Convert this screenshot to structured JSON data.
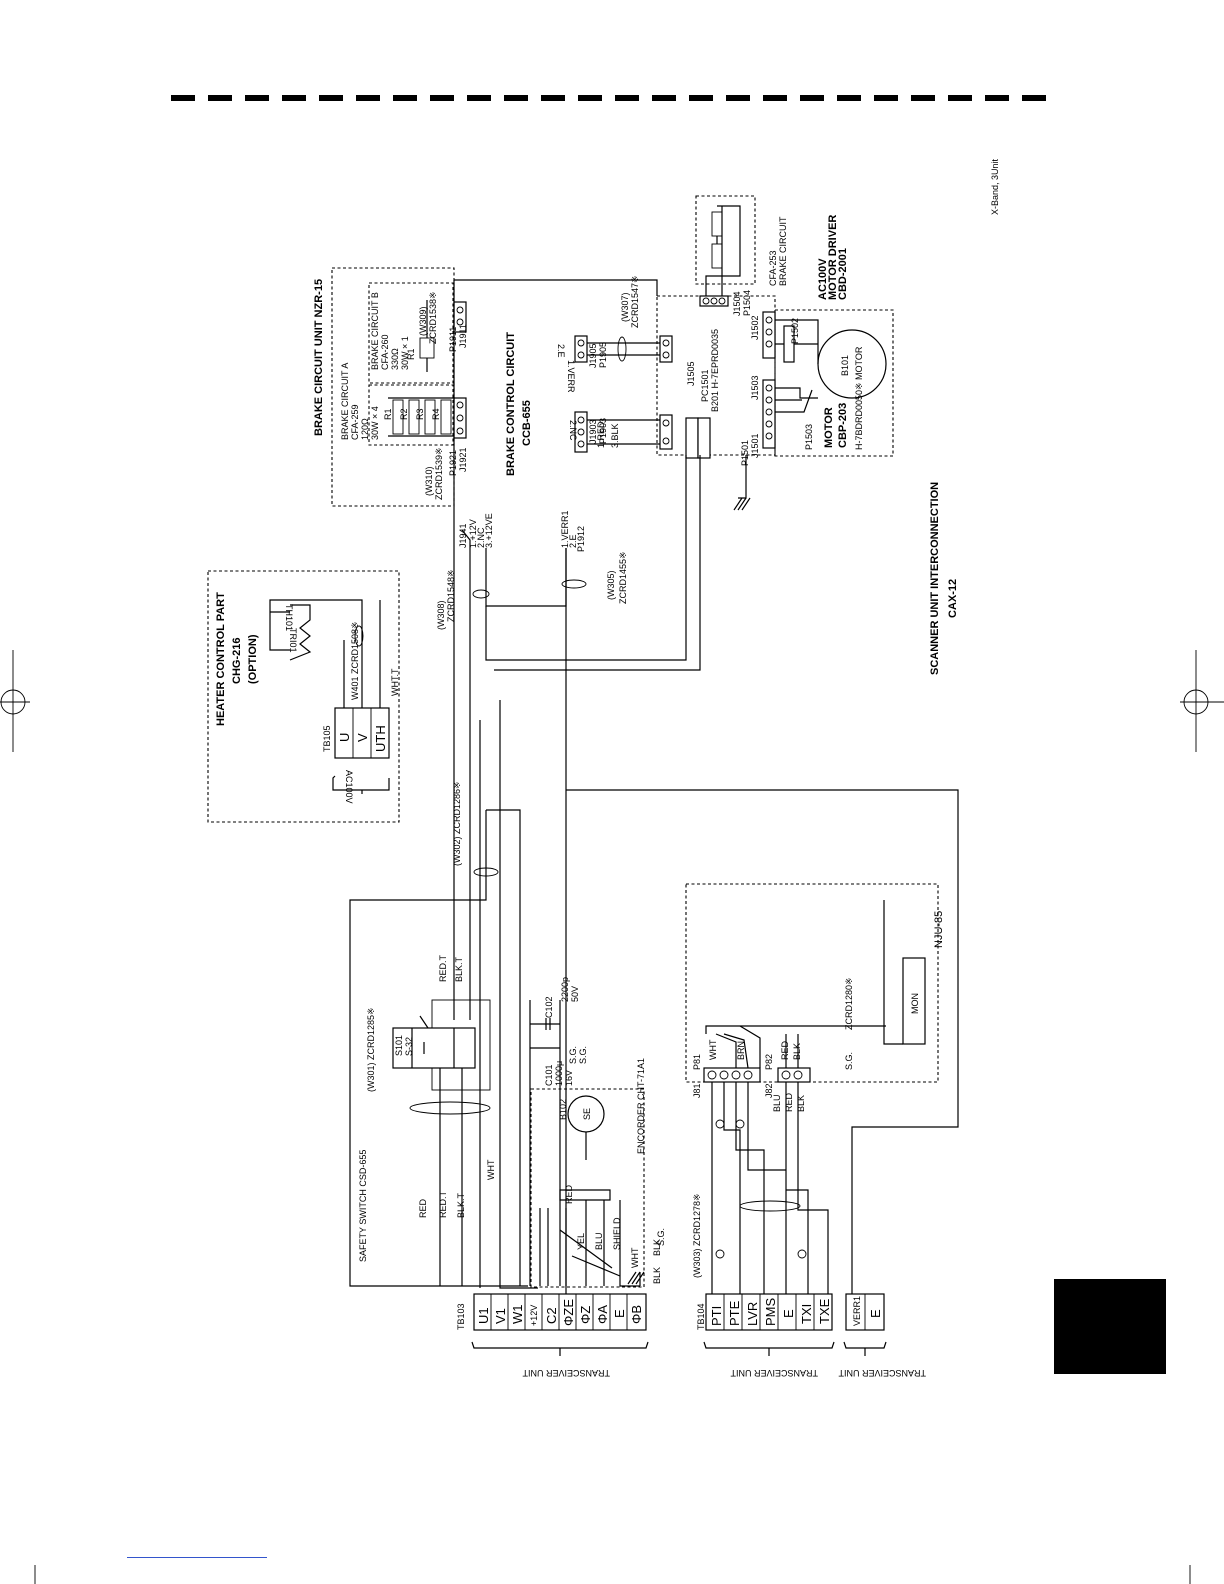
{
  "header": {
    "variant": "X-Band, 3Unit"
  },
  "title": {
    "line1": "SCANNER UNIT INTERCONNECTION",
    "line2": "CAX-12"
  },
  "units": {
    "brake_unit": "BRAKE CIRCUIT UNIT  NZR-15",
    "brake_a": [
      "BRAKE CIRCUIT A",
      "CFA-259",
      "120Ω",
      "30W  × 4"
    ],
    "brake_b": [
      "BRAKE CIRCUIT B",
      "CFA-260",
      "330Ω",
      "30W  × 1"
    ],
    "brake_ctrl": [
      "BRAKE CONTROL CIRCUIT",
      "CCB-655"
    ],
    "heater": [
      "HEATER CONTROL PART",
      "CHG-216",
      "(OPTION)"
    ],
    "motor_driver": [
      "AC100V",
      "MOTOR DRIVER",
      "CBD-2001"
    ],
    "brake_circuit": [
      "CFA-253",
      "BRAKE CIRCUIT"
    ],
    "motor": [
      "MOTOR",
      "CBP-203",
      "H-7BDRD0050※"
    ],
    "motor_b101": [
      "B101",
      "MOTOR"
    ],
    "safety": "SAFETY SWITCH  CSD-655",
    "switch": [
      "S101",
      "S-32"
    ],
    "encoder": "ENCORDER  CHT-71A1",
    "encoder_b102": [
      "B102",
      "SE"
    ],
    "capacitors": [
      "C101",
      "1000μ",
      "16V",
      "C102",
      "2200p",
      "50V"
    ],
    "nju": "NJU-85",
    "mon": "MON",
    "pc1501": [
      "PC1501",
      "B201 H-7EPRD0035"
    ],
    "ac100v": "AC100V"
  },
  "cables": {
    "w301": "(W301)  ZCRD1285※",
    "w302": "(W302)  ZCRD1286※",
    "w303": "(W303)  ZCRD1278※",
    "w305": [
      "(W305)",
      "ZCRD1455※"
    ],
    "w307": [
      "(W307)",
      "ZCRD1547※"
    ],
    "w308": [
      "(W308)",
      "ZCRD1548※"
    ],
    "w309": [
      "(W309)",
      "ZCRD1538※"
    ],
    "w310": [
      "(W310)",
      "ZCRD1539※"
    ],
    "w401": "W401  ZCRD1508※",
    "zcrd1280": "ZCRD1280※"
  },
  "terminals": {
    "tb103": {
      "label": "TB103",
      "pins": [
        "U1",
        "V1",
        "W1",
        "+12V",
        "C2",
        "ΦZE",
        "ΦZ",
        "ΦA",
        "E",
        "ΦB"
      ]
    },
    "tb104": {
      "label": "TB104",
      "pins": [
        "PTI",
        "PTE",
        "LVR",
        "PMS",
        "E",
        "TXI",
        "TXE"
      ]
    },
    "tb_verr": {
      "pins": [
        "VERR1",
        "E"
      ]
    },
    "tb105": {
      "label": "TB105",
      "pins": [
        "U",
        "V",
        "UTH"
      ]
    },
    "transceiver": "TRANSCEIVER UNIT"
  },
  "connectors": {
    "j1941": [
      "J1941",
      "1.+12V",
      "2.NC",
      "3.+12VE"
    ],
    "j1912": [
      "1.VERR1",
      "2.E",
      "P1912"
    ],
    "j1921": [
      "J1921",
      "P1921"
    ],
    "j1911": [
      "J1911",
      "P1911"
    ],
    "j1903": [
      "J1903",
      "P1903",
      "3.BLK",
      "2.NC",
      "1.RED"
    ],
    "j1905": [
      "J1905",
      "P1905",
      "1.VERR",
      "2.E"
    ],
    "j1505": "J1505",
    "j1504": [
      "J1504",
      "P1504"
    ],
    "j1502": [
      "J1502",
      "P1502"
    ],
    "j1503": [
      "J1503",
      "P1503"
    ],
    "j1501": [
      "J1501",
      "P1501"
    ],
    "j81": [
      "J81",
      "P81"
    ],
    "j82": [
      "J82",
      "P82"
    ]
  },
  "wires": {
    "red": "RED",
    "red_t": "RED.T",
    "blk_t": "BLK.T",
    "wht": "WHT",
    "yel": "YEL",
    "blu": "BLU",
    "shield": "SHIELD",
    "blk": "BLK",
    "sg": "S.G.",
    "wht_t": "WHT.T",
    "brn": "BRN",
    "tri01": "TRI01",
    "th101": "TH101"
  }
}
